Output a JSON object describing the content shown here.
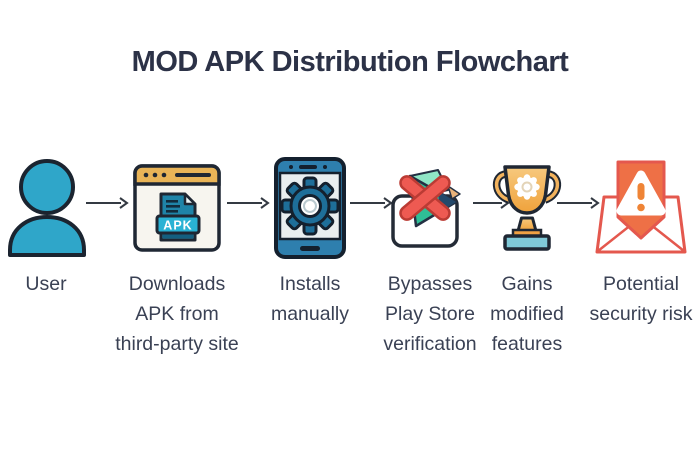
{
  "title": "MOD APK Distribution Flowchart",
  "flow": {
    "steps": [
      {
        "id": "user",
        "icon": "person-icon",
        "label": "User"
      },
      {
        "id": "download",
        "icon": "browser-apk-icon",
        "label": "Downloads\nAPK from\nthird-party site"
      },
      {
        "id": "install",
        "icon": "phone-gear-icon",
        "label": "Installs\nmanually"
      },
      {
        "id": "bypass",
        "icon": "play-store-crossed-icon",
        "label": "Bypasses\nPlay Store\nverification"
      },
      {
        "id": "gain",
        "icon": "trophy-icon",
        "label": "Gains\nmodified\nfeatures"
      },
      {
        "id": "risk",
        "icon": "warning-envelope-icon",
        "label": "Potential\nsecurity risk"
      }
    ],
    "apk_badge_text": "APK"
  },
  "colors": {
    "title_text": "#2c3247",
    "label_text": "#3a4154",
    "outline_dark": "#1f2733",
    "person_teal": "#2fa6c9",
    "browser_bar_gold": "#e9b457",
    "apk_doc_teal": "#1f84a8",
    "apk_banner_cyan": "#29b2d4",
    "phone_blue": "#2e7fae",
    "gear_teal": "#1e6e99",
    "play_green": "#2fbf96",
    "play_mint": "#8fe6c6",
    "cross_red": "#ee5a52",
    "trophy_gold": "#f2ab4c",
    "trophy_base_teal": "#7fc9d8",
    "risk_orange": "#ee7046",
    "risk_outline_coral": "#e4584e",
    "arrow_gray": "#343a43"
  }
}
